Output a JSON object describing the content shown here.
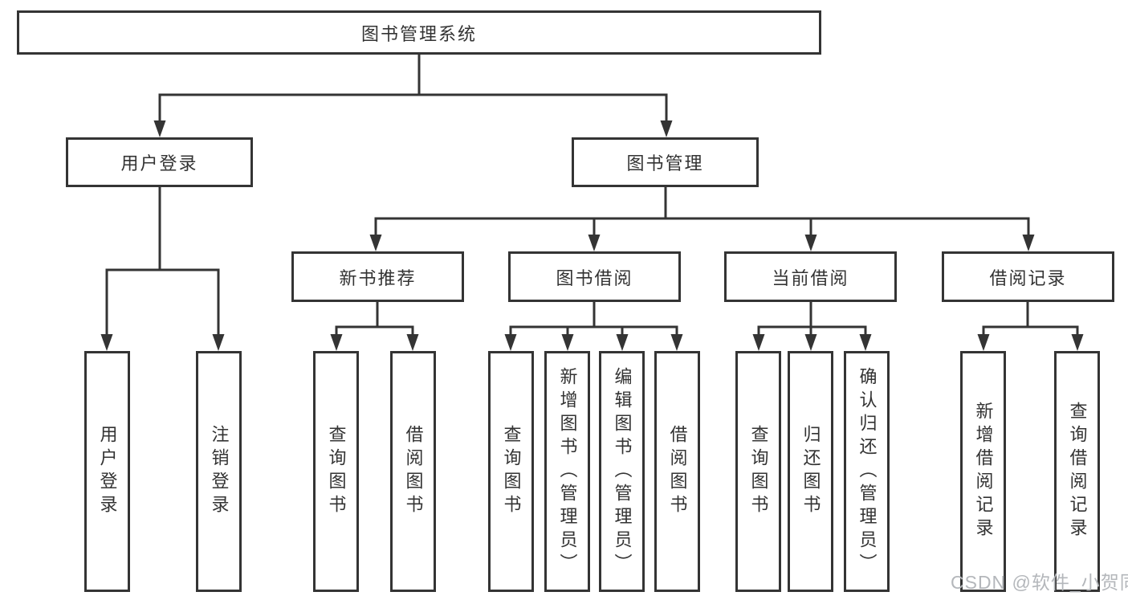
{
  "tree": {
    "label": "图书管理系统",
    "children": [
      {
        "label": "用户登录",
        "children": [
          {
            "label": "用户登录"
          },
          {
            "label": "注销登录"
          }
        ]
      },
      {
        "label": "图书管理",
        "children": [
          {
            "label": "新书推荐",
            "children": [
              {
                "label": "查询图书"
              },
              {
                "label": "借阅图书"
              }
            ]
          },
          {
            "label": "图书借阅",
            "children": [
              {
                "label": "查询图书"
              },
              {
                "label": "新增图书（管理员）"
              },
              {
                "label": "编辑图书（管理员）"
              },
              {
                "label": "借阅图书"
              }
            ]
          },
          {
            "label": "当前借阅",
            "children": [
              {
                "label": "查询图书"
              },
              {
                "label": "归还图书"
              },
              {
                "label": "确认归还（管理员）"
              }
            ]
          },
          {
            "label": "借阅记录",
            "children": [
              {
                "label": "新增借阅记录"
              },
              {
                "label": "查询借阅记录"
              }
            ]
          }
        ]
      }
    ]
  },
  "watermark": {
    "text": "CSDN @软件_小贺同学"
  },
  "colors": {
    "line": "#343434",
    "text": "#333333",
    "box_background": "#ffffff",
    "watermark": "#b4b7bb"
  }
}
